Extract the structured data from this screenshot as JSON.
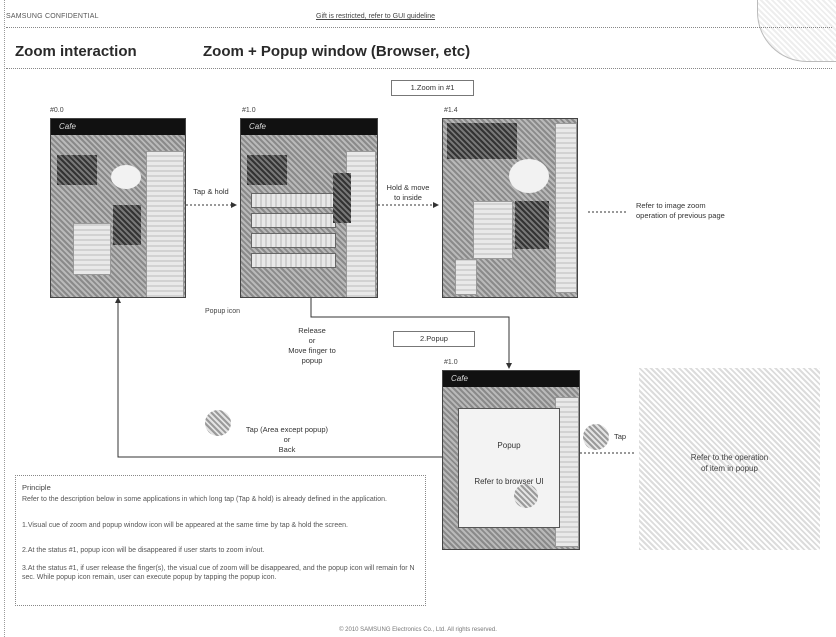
{
  "header": {
    "confidential": "SAMSUNG CONFIDENTIAL",
    "note": "Gift is restricted, refer to GUI guideline",
    "section_title": "Zoom interaction",
    "page_title": "Zoom + Popup window (Browser, etc)"
  },
  "labels": {
    "zoom_step": "1.Zoom in #1",
    "popup_step": "2.Popup",
    "state_a": "#0.0",
    "state_b": "#1.0",
    "state_c": "#1.4",
    "state_d": "#1.0",
    "popup_icon": "Popup icon",
    "app_brand": "Cafe"
  },
  "arrows": {
    "tap_hold": "Tap & hold",
    "hold_move": "Hold & move\nto inside",
    "refer_zoom": "Refer to image zoom\noperation of previous page",
    "release": "Release\nor\nMove finger to\npopup",
    "tap_except": "Tap (Area except popup)\nor\nBack",
    "tap": "Tap"
  },
  "popup_dialog": {
    "title": "Popup",
    "body": "Refer to browser UI"
  },
  "ref_box": {
    "text": "Refer to the operation\nof item in popup"
  },
  "principle": {
    "title": "Principle",
    "lines": [
      "Refer to the description below in some applications in which long tap (Tap & hold) is already defined in the application.",
      "1.Visual cue of zoom and popup window icon will be appeared at the same time by tap & hold the screen.",
      "2.At the status #1, popup icon will be disappeared if user starts to zoom in/out.",
      "3.At the status #1, if user release the finger(s), the visual cue of zoom will be disappeared, and the popup icon will remain for N sec. While popup icon remain, user can execute popup by tapping the popup icon."
    ]
  },
  "footer": {
    "text": "© 2010 SAMSUNG Electronics Co., Ltd. All rights reserved."
  },
  "colors": {
    "title_bar": "#111111",
    "pattern_dark": "#8a8a8a",
    "pattern_light": "#dcdcdc"
  }
}
